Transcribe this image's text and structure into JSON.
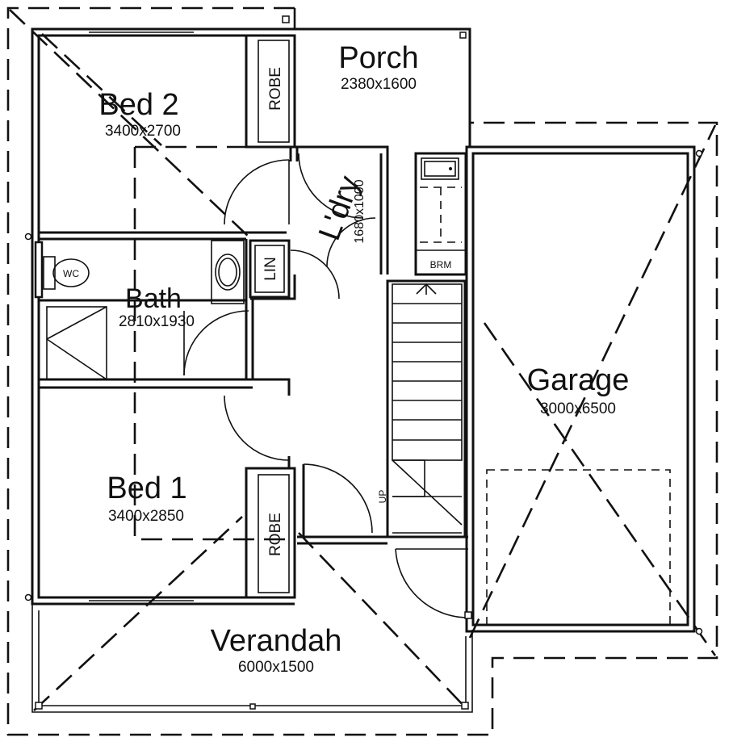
{
  "rooms": {
    "bed2": {
      "name": "Bed 2",
      "dims": "3400x2700"
    },
    "porch": {
      "name": "Porch",
      "dims": "2380x1600"
    },
    "laundry": {
      "name": "L'dry",
      "dims": "1680x1000"
    },
    "bath": {
      "name": "Bath",
      "dims": "2810x1930"
    },
    "garage": {
      "name": "Garage",
      "dims": "3000x6500"
    },
    "bed1": {
      "name": "Bed 1",
      "dims": "3400x2850"
    },
    "verandah": {
      "name": "Verandah",
      "dims": "6000x1500"
    }
  },
  "fixtures": {
    "robe": "ROBE",
    "linen": "LIN",
    "wc": "WC",
    "broom": "BRM",
    "stairs_up": "UP"
  }
}
